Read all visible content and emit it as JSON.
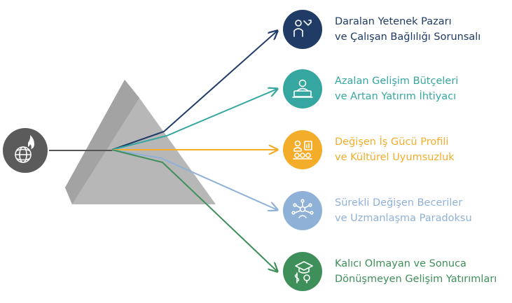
{
  "source_icon": "globe-fire-icon",
  "items": [
    {
      "line1": "Daralan Yetenek Pazarı",
      "line2": "ve Çalışan Bağlılığı Sorunsalı",
      "color": "#1f3b66",
      "icon": "person-decline-icon"
    },
    {
      "line1": "Azalan Gelişim Bütçeleri",
      "line2": "ve Artan Yatırım İhtiyacı",
      "color": "#35a7a0",
      "icon": "person-laptop-icon"
    },
    {
      "line1": "Değişen İş Gücü Profili",
      "line2": "ve Kültürel Uyumsuzluk",
      "color": "#f4ad2a",
      "icon": "workforce-profile-icon"
    },
    {
      "line1": "Sürekli Değişen Beceriler",
      "line2": "ve Uzmanlaşma Paradoksu",
      "color": "#8fb1d8",
      "icon": "skills-network-icon"
    },
    {
      "line1": "Kalıcı Olmayan ve Sonuca",
      "line2": "Dönüşmeyen Gelişim Yatırımları",
      "color": "#3e8f5a",
      "icon": "graduation-investment-icon"
    }
  ],
  "colors": {
    "prism_front": "#b7b7b7",
    "prism_side": "#9a9a9a",
    "source_circle": "#5b5b5b",
    "input_line": "#555555"
  }
}
